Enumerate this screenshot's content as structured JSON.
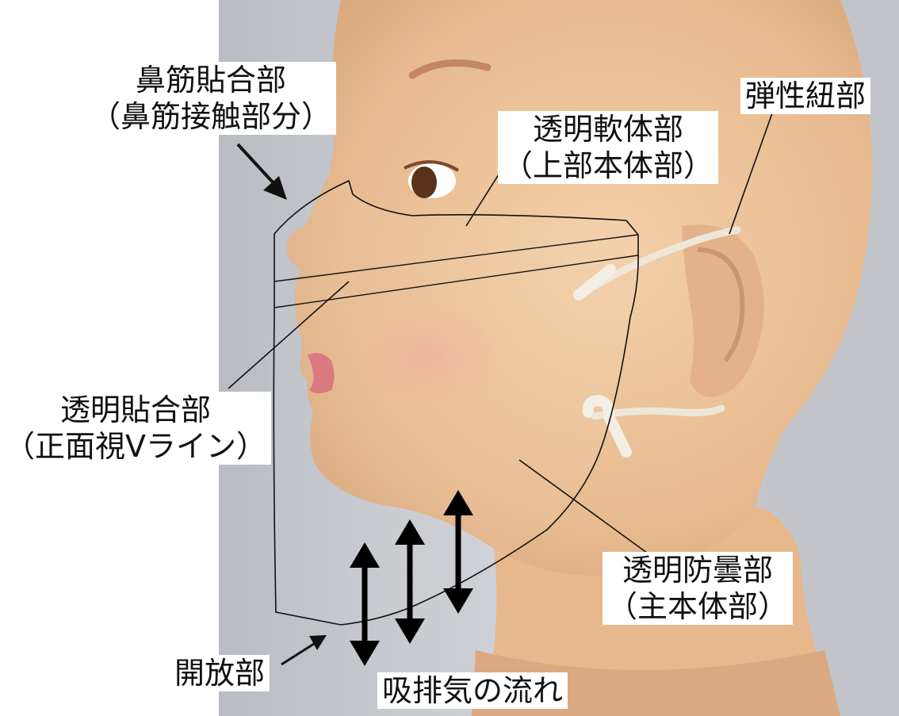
{
  "labels": {
    "nose_bond": {
      "title": "鼻筋貼合部",
      "sub": "（鼻筋接触部分）"
    },
    "upper_body": {
      "title": "透明軟体部",
      "sub": "（上部本体部）"
    },
    "elastic_cord": {
      "title": "弾性紐部"
    },
    "clear_bond": {
      "title": "透明貼合部",
      "sub": "（正面視Vライン）"
    },
    "antifog_body": {
      "title": "透明防曇部",
      "sub": "（主本体部）"
    },
    "opening": {
      "title": "開放部"
    },
    "airflow": {
      "title": "吸排気の流れ"
    }
  },
  "colors": {
    "wall": "#c9cbd0",
    "head_skin": "#ecc29a",
    "arrow": "#000000",
    "outline": "#111111"
  }
}
